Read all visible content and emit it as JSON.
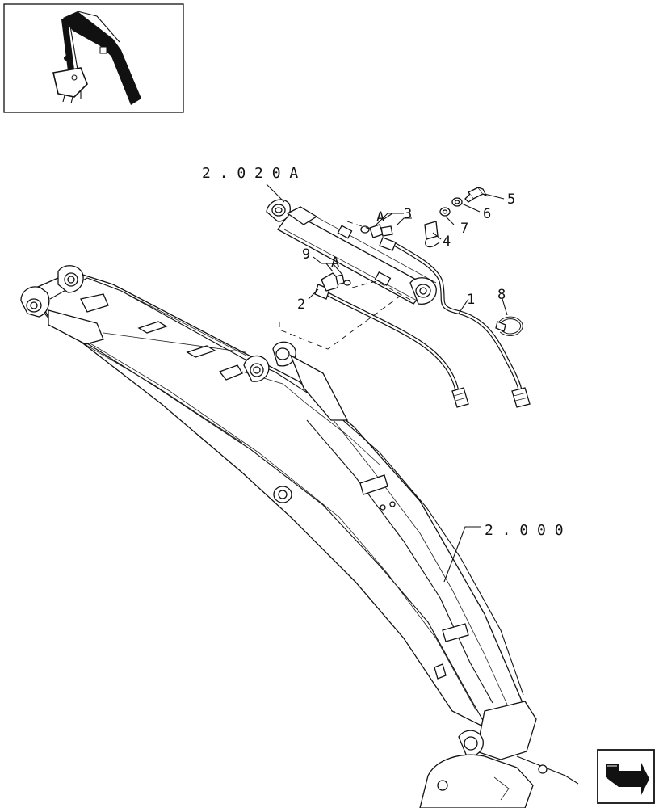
{
  "references": {
    "cylinder_group": "2 . 0 2 0 A",
    "arm_group": "2 . 0 0 0"
  },
  "callouts": {
    "hose_1": "1",
    "hose_2": "2",
    "fitting_3": "3",
    "clamp_4": "4",
    "bolt_5": "5",
    "washer_6": "6",
    "washer_7": "7",
    "band_8": "8",
    "fitting_9": "9",
    "detail_a_upper": "A",
    "detail_a_lower": "A"
  },
  "icons": {
    "thumbnail": "excavator-arm-thumbnail-icon",
    "navigation": "next-page-arrow-icon"
  },
  "colors": {
    "line": "#111111",
    "background": "#ffffff"
  }
}
